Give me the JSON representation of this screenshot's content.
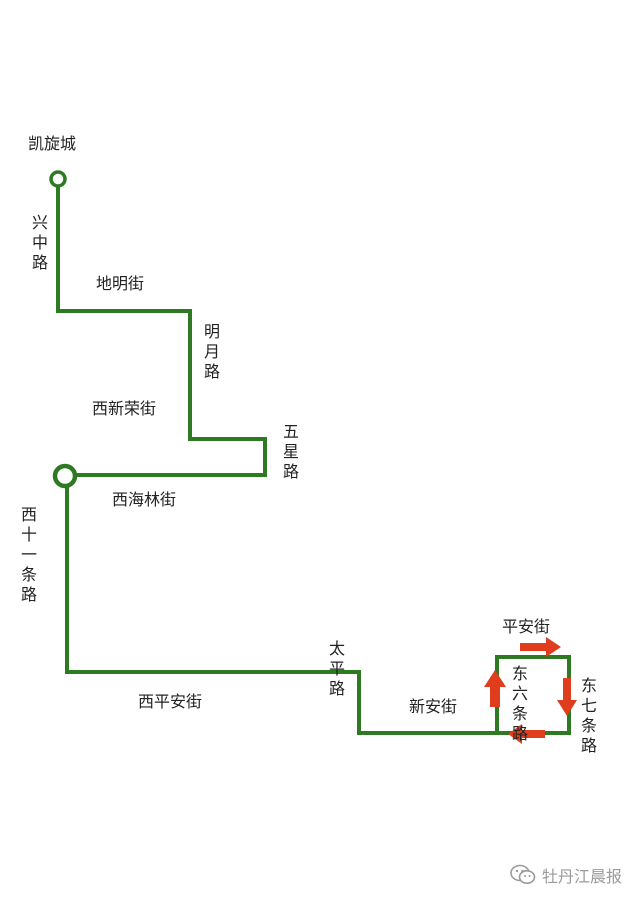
{
  "colors": {
    "route": "#2e7a22",
    "arrow": "#e03c1e",
    "text": "#222222",
    "watermark": "#9a9a9a"
  },
  "labels": {
    "start_point": "凯旋城",
    "xingzhong_road": "兴中路",
    "diming_street": "地明街",
    "mingyue_road": "明月路",
    "xixinrong_street": "西新荣街",
    "wuxing_road": "五星路",
    "xihailin_street": "西海林街",
    "xishiyi_road": "西十一条路",
    "taiping_road": "太平路",
    "xipingan_street": "西平安街",
    "xinan_street": "新安街",
    "pingan_street": "平安街",
    "dongliu_road": "东六条路",
    "dongqi_road": "东七条路"
  },
  "watermark": {
    "icon": "wechat-icon",
    "text": "牡丹江晨报"
  }
}
